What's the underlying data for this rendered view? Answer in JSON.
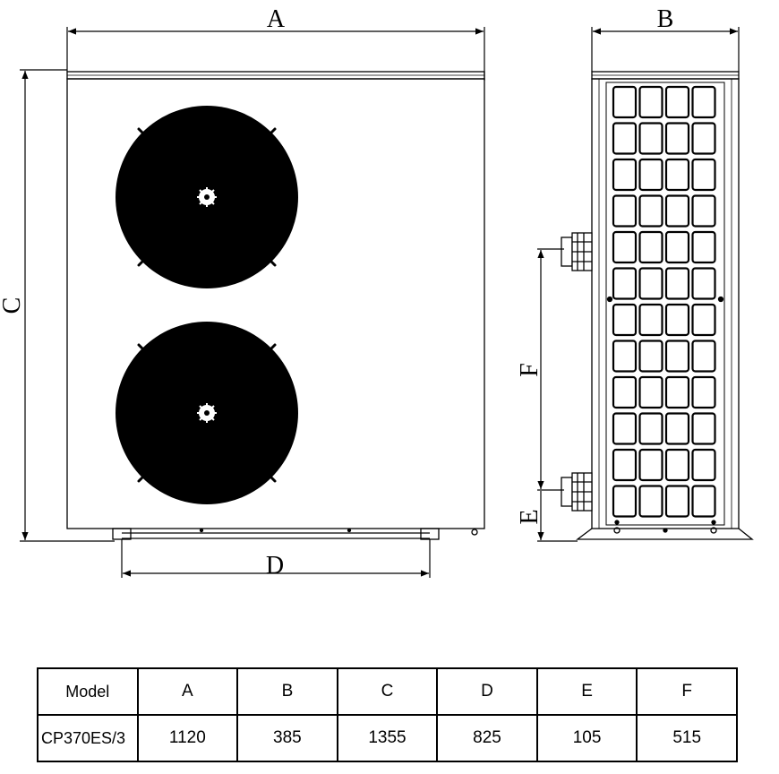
{
  "dimension_labels": {
    "a": "A",
    "b": "B",
    "c": "C",
    "d": "D",
    "e": "E",
    "f": "F"
  },
  "table": {
    "headers": [
      "Model",
      "A",
      "B",
      "C",
      "D",
      "E",
      "F"
    ],
    "rows": [
      [
        "CP370ES/3",
        "1120",
        "385",
        "1355",
        "825",
        "105",
        "515"
      ]
    ]
  }
}
